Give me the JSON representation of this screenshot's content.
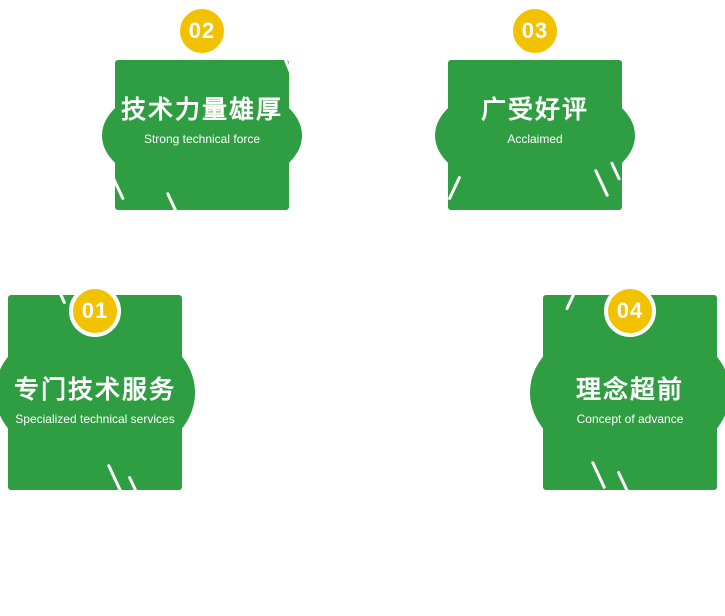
{
  "colors": {
    "card_green": "#2f9e42",
    "badge_yellow": "#f2c200",
    "text_white": "#ffffff"
  },
  "cards": [
    {
      "number": "01",
      "title": "专门技术服务",
      "subtitle": "Specialized technical services"
    },
    {
      "number": "02",
      "title": "技术力量雄厚",
      "subtitle": "Strong technical force"
    },
    {
      "number": "03",
      "title": "广受好评",
      "subtitle": "Acclaimed"
    },
    {
      "number": "04",
      "title": "理念超前",
      "subtitle": "Concept of advance"
    }
  ]
}
